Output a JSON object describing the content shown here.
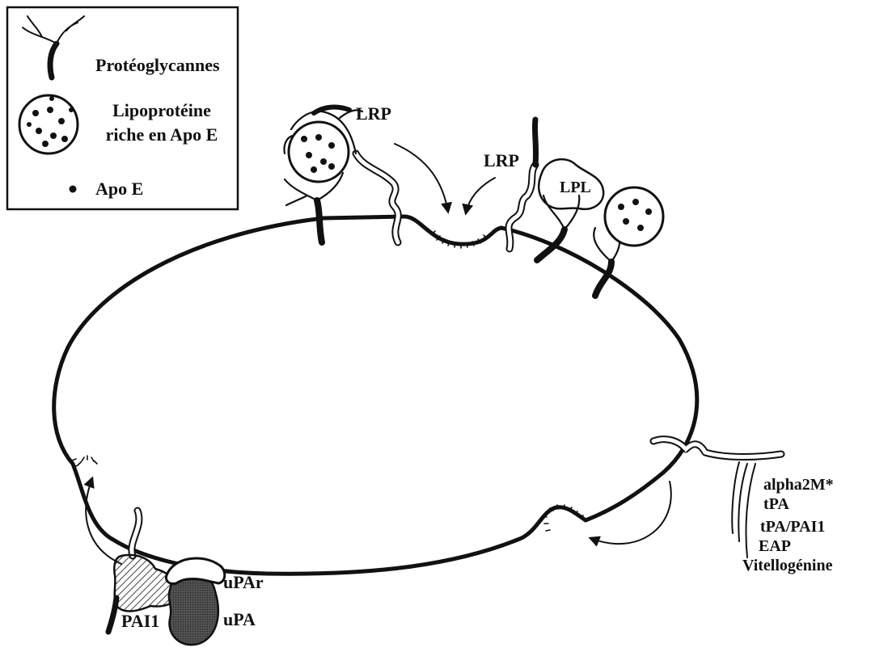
{
  "legend": {
    "proteoglycan_label": "Protéoglycannes",
    "lipoprotein_label_line1": "Lipoprotéine",
    "lipoprotein_label_line2": "riche en Apo E",
    "apoe_label": "Apo E"
  },
  "labels": {
    "lrp_top_left": "LRP",
    "lrp_top_right": "LRP",
    "lpl": "LPL",
    "upar": "uPAr",
    "upa": "uPA",
    "pai1": "PAI1"
  },
  "ligands": [
    "alpha2M*",
    "tPA",
    "tPA/PAI1",
    "EAP",
    "Vitellogénine"
  ]
}
